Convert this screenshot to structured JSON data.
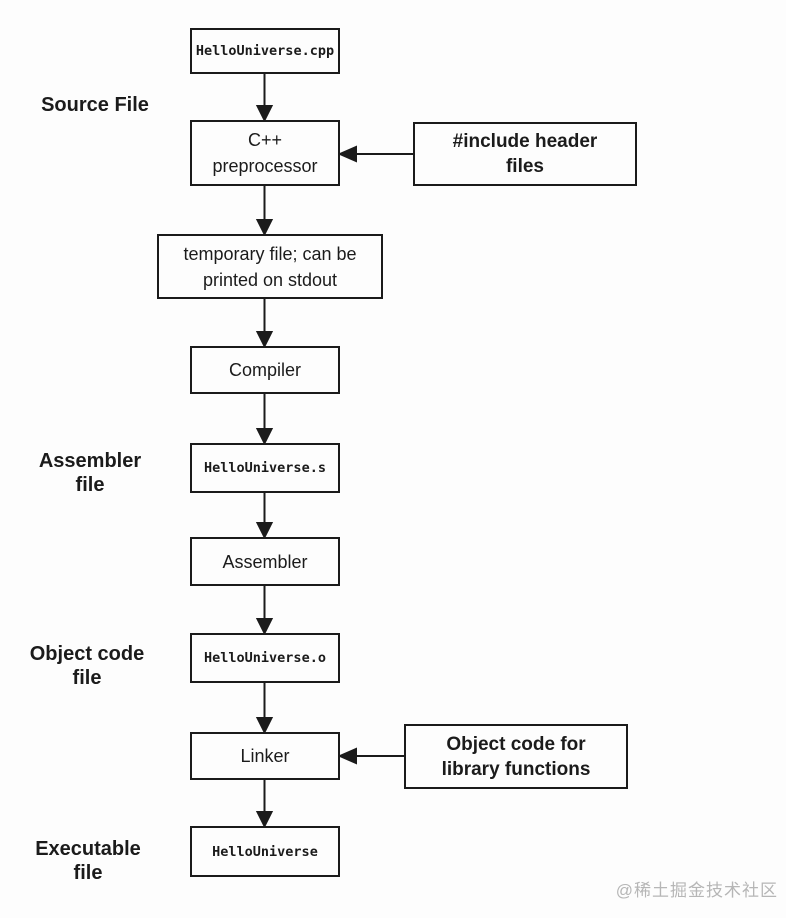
{
  "boxes": {
    "source_file": {
      "label": "HelloUniverse.cpp"
    },
    "preprocessor": {
      "line1": "C++",
      "line2": "preprocessor"
    },
    "temp_file": {
      "line1": "temporary file; can be",
      "line2": "printed on stdout"
    },
    "compiler": {
      "label": "Compiler"
    },
    "assembler_file": {
      "label": "HelloUniverse.s"
    },
    "assembler": {
      "label": "Assembler"
    },
    "object_file": {
      "label": "HelloUniverse.o"
    },
    "linker": {
      "label": "Linker"
    },
    "executable": {
      "label": "HelloUniverse"
    },
    "include_headers": {
      "line1": "#include header",
      "line2": "files"
    },
    "object_lib": {
      "line1": "Object code for",
      "line2": "library functions"
    }
  },
  "side_labels": {
    "source": {
      "line1": "Source File"
    },
    "assembler": {
      "line1": "Assembler",
      "line2": "file"
    },
    "object_code": {
      "line1": "Object code",
      "line2": "file"
    },
    "executable": {
      "line1": "Executable",
      "line2": "file"
    }
  },
  "watermark": {
    "text": "@稀土掘金技术社区"
  },
  "colors": {
    "background": "#fdfdfd",
    "line": "#1b1b1b",
    "text": "#1b1b1b",
    "watermark": "#b6b6b6"
  }
}
